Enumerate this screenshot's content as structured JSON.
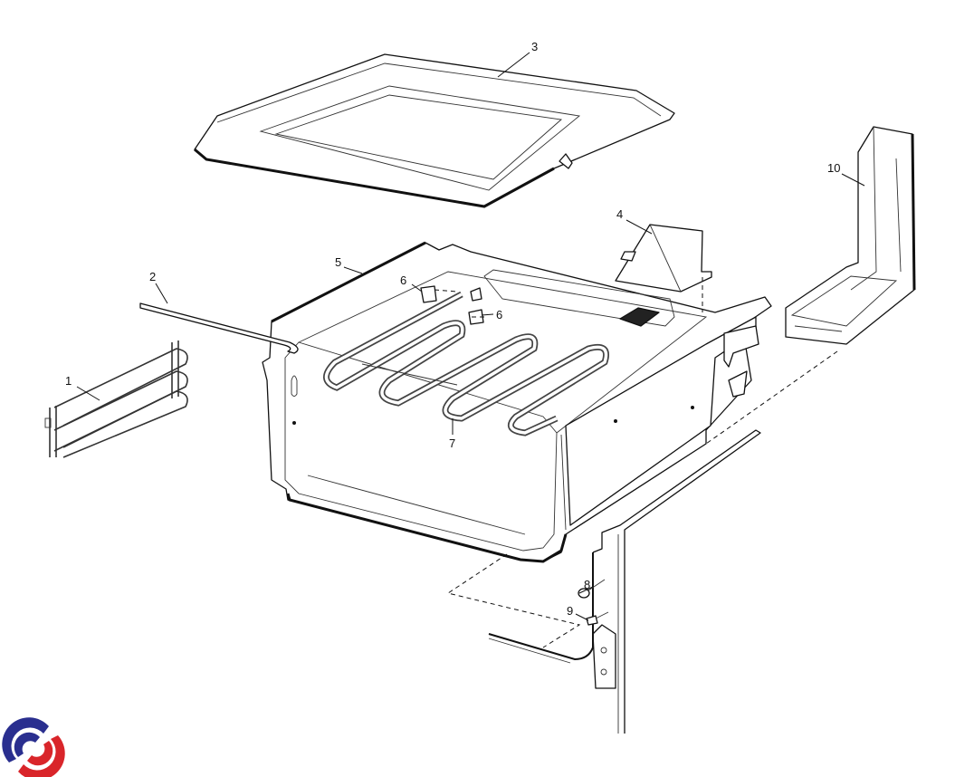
{
  "diagram": {
    "callouts": [
      {
        "id": "callout-1",
        "text": "1",
        "part": "shelf-rack"
      },
      {
        "id": "callout-2",
        "text": "2",
        "part": "rod"
      },
      {
        "id": "callout-3",
        "text": "3",
        "part": "top-cover"
      },
      {
        "id": "callout-4",
        "text": "4",
        "part": "bracket"
      },
      {
        "id": "callout-5",
        "text": "5",
        "part": "oven-cavity"
      },
      {
        "id": "callout-6a",
        "text": "6",
        "part": "clip"
      },
      {
        "id": "callout-6b",
        "text": "6",
        "part": "clip"
      },
      {
        "id": "callout-7",
        "text": "7",
        "part": "heating-element"
      },
      {
        "id": "callout-8",
        "text": "8",
        "part": "knob"
      },
      {
        "id": "callout-9",
        "text": "9",
        "part": "screw"
      },
      {
        "id": "callout-10",
        "text": "10",
        "part": "side-panel"
      }
    ]
  },
  "logo": {
    "colors": {
      "blue": "#2a2f8f",
      "red": "#d9252a"
    }
  }
}
